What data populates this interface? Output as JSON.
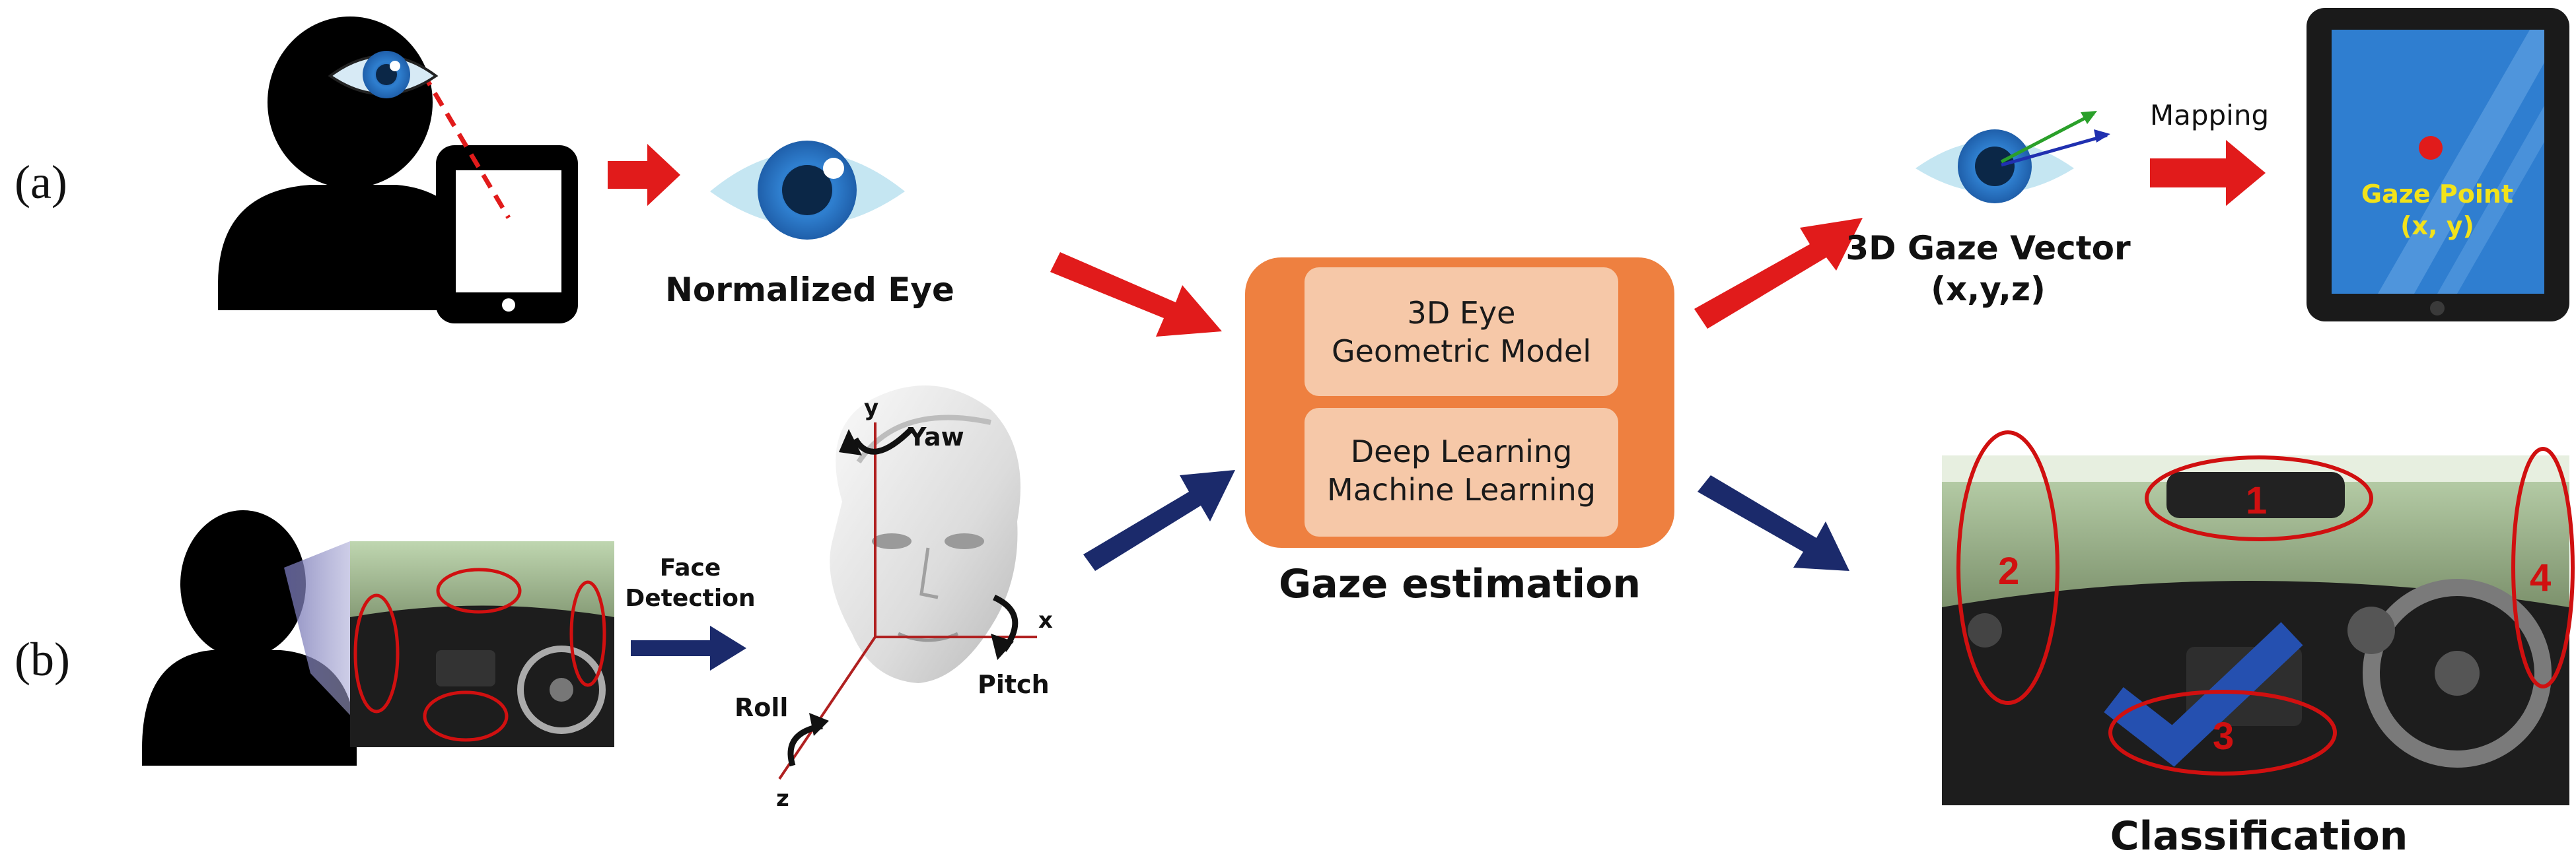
{
  "panels": {
    "a": "(a)",
    "b": "(b)"
  },
  "captions": {
    "normalized_eye": "Normalized Eye",
    "gaze_estimation": "Gaze estimation",
    "gaze_vector_line1": "3D Gaze Vector",
    "gaze_vector_line2": "(x,y,z)",
    "mapping": "Mapping",
    "gaze_point_line1": "Gaze Point",
    "gaze_point_line2": "(x, y)",
    "face_detection_line1": "Face",
    "face_detection_line2": "Detection",
    "classification": "Classification"
  },
  "model_box": {
    "top_line1": "3D Eye",
    "top_line2": "Geometric Model",
    "bottom_line1": "Deep Learning",
    "bottom_line2": "Machine Learning"
  },
  "axes": {
    "y": "y",
    "x": "x",
    "z": "z",
    "yaw": "Yaw",
    "pitch": "Pitch",
    "roll": "Roll"
  },
  "zones": [
    "1",
    "2",
    "3",
    "4"
  ],
  "colors": {
    "red_arrow": "#e11b1b",
    "navy_arrow": "#1b2a6b",
    "box_fill": "#ee8040",
    "box_inner": "#f6c8a8",
    "eye_blue": "#2f7fcf",
    "silhouette": "#000000"
  }
}
